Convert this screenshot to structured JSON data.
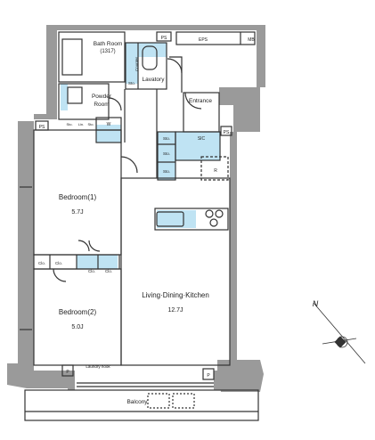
{
  "rooms": {
    "bath_room": {
      "name": "Bath Room",
      "size": "(1317)"
    },
    "lavatory": "Lavatory",
    "counter": "Counter",
    "powder_room": {
      "line1": "Powder",
      "line2": "Room"
    },
    "entrance": "Entrance",
    "bedroom1": {
      "name": "Bedroom(1)",
      "size": "5.7J"
    },
    "bedroom2": {
      "name": "Bedroom(2)",
      "size": "5.0J"
    },
    "ldk": {
      "name": "Living·Dining·Kitchen",
      "size": "12.7J"
    },
    "balcony": "Balcony",
    "laundry_hook": "Laundry hook"
  },
  "fixtures": {
    "ps": "PS",
    "eps": "EPS",
    "mb": "MB",
    "sto": "Sto.",
    "clo": "Clo.",
    "sic": "SIC",
    "r": "R",
    "w": "W",
    "p": "P",
    "lin": "Lin."
  },
  "compass": {
    "north": "N"
  },
  "colors": {
    "wall": "#9a9a9a",
    "storage": "#bfe3f3",
    "line": "#333333",
    "background": "#ffffff"
  }
}
